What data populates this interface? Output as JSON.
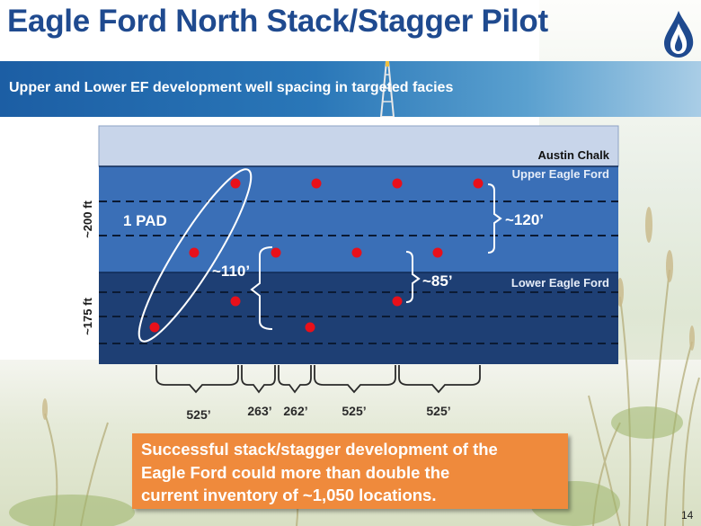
{
  "title": "Eagle Ford North Stack/Stagger Pilot",
  "subtitle": "Upper and Lower EF development well spacing in targeted facies",
  "diagram": {
    "formations": {
      "austin_chalk": "Austin Chalk",
      "upper_eagle_ford": "Upper Eagle Ford",
      "lower_eagle_ford": "Lower Eagle Ford"
    },
    "thickness_labels": {
      "upper": "~200 ft",
      "lower": "~175 ft"
    },
    "pad_label": "1 PAD",
    "vertical_spacing": {
      "upper": "~120’",
      "lower": "~85’",
      "stagger": "~110’"
    },
    "horizontal_spacing": [
      "525’",
      "263’",
      "262’",
      "525’",
      "525’"
    ],
    "colors": {
      "austin_chalk": "#c8d5ea",
      "upper_eagle_ford": "#3a6fb7",
      "lower_eagle_ford": "#1e3f74",
      "well": "#e8101a"
    }
  },
  "callout": {
    "line1": "Successful stack/stagger development of the",
    "line2": "Eagle Ford could more than double the",
    "line3": "current inventory of ~1,050 locations."
  },
  "page_number": "14"
}
